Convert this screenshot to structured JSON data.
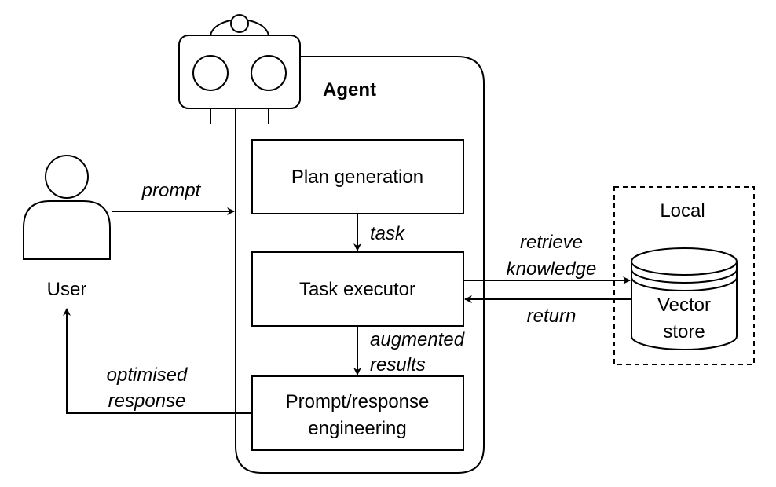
{
  "agent": {
    "title": "Agent",
    "steps": {
      "plan": "Plan generation",
      "executor": "Task executor",
      "prompt_eng_line1": "Prompt/response",
      "prompt_eng_line2": "engineering"
    }
  },
  "user": {
    "label": "User"
  },
  "local": {
    "label": "Local",
    "store_line1": "Vector",
    "store_line2": "store"
  },
  "edges": {
    "prompt": "prompt",
    "task": "task",
    "augmented_line1": "augmented",
    "augmented_line2": "results",
    "retrieve_line1": "retrieve",
    "retrieve_line2": "knowledge",
    "return": "return",
    "optimised_line1": "optimised",
    "optimised_line2": "response"
  }
}
